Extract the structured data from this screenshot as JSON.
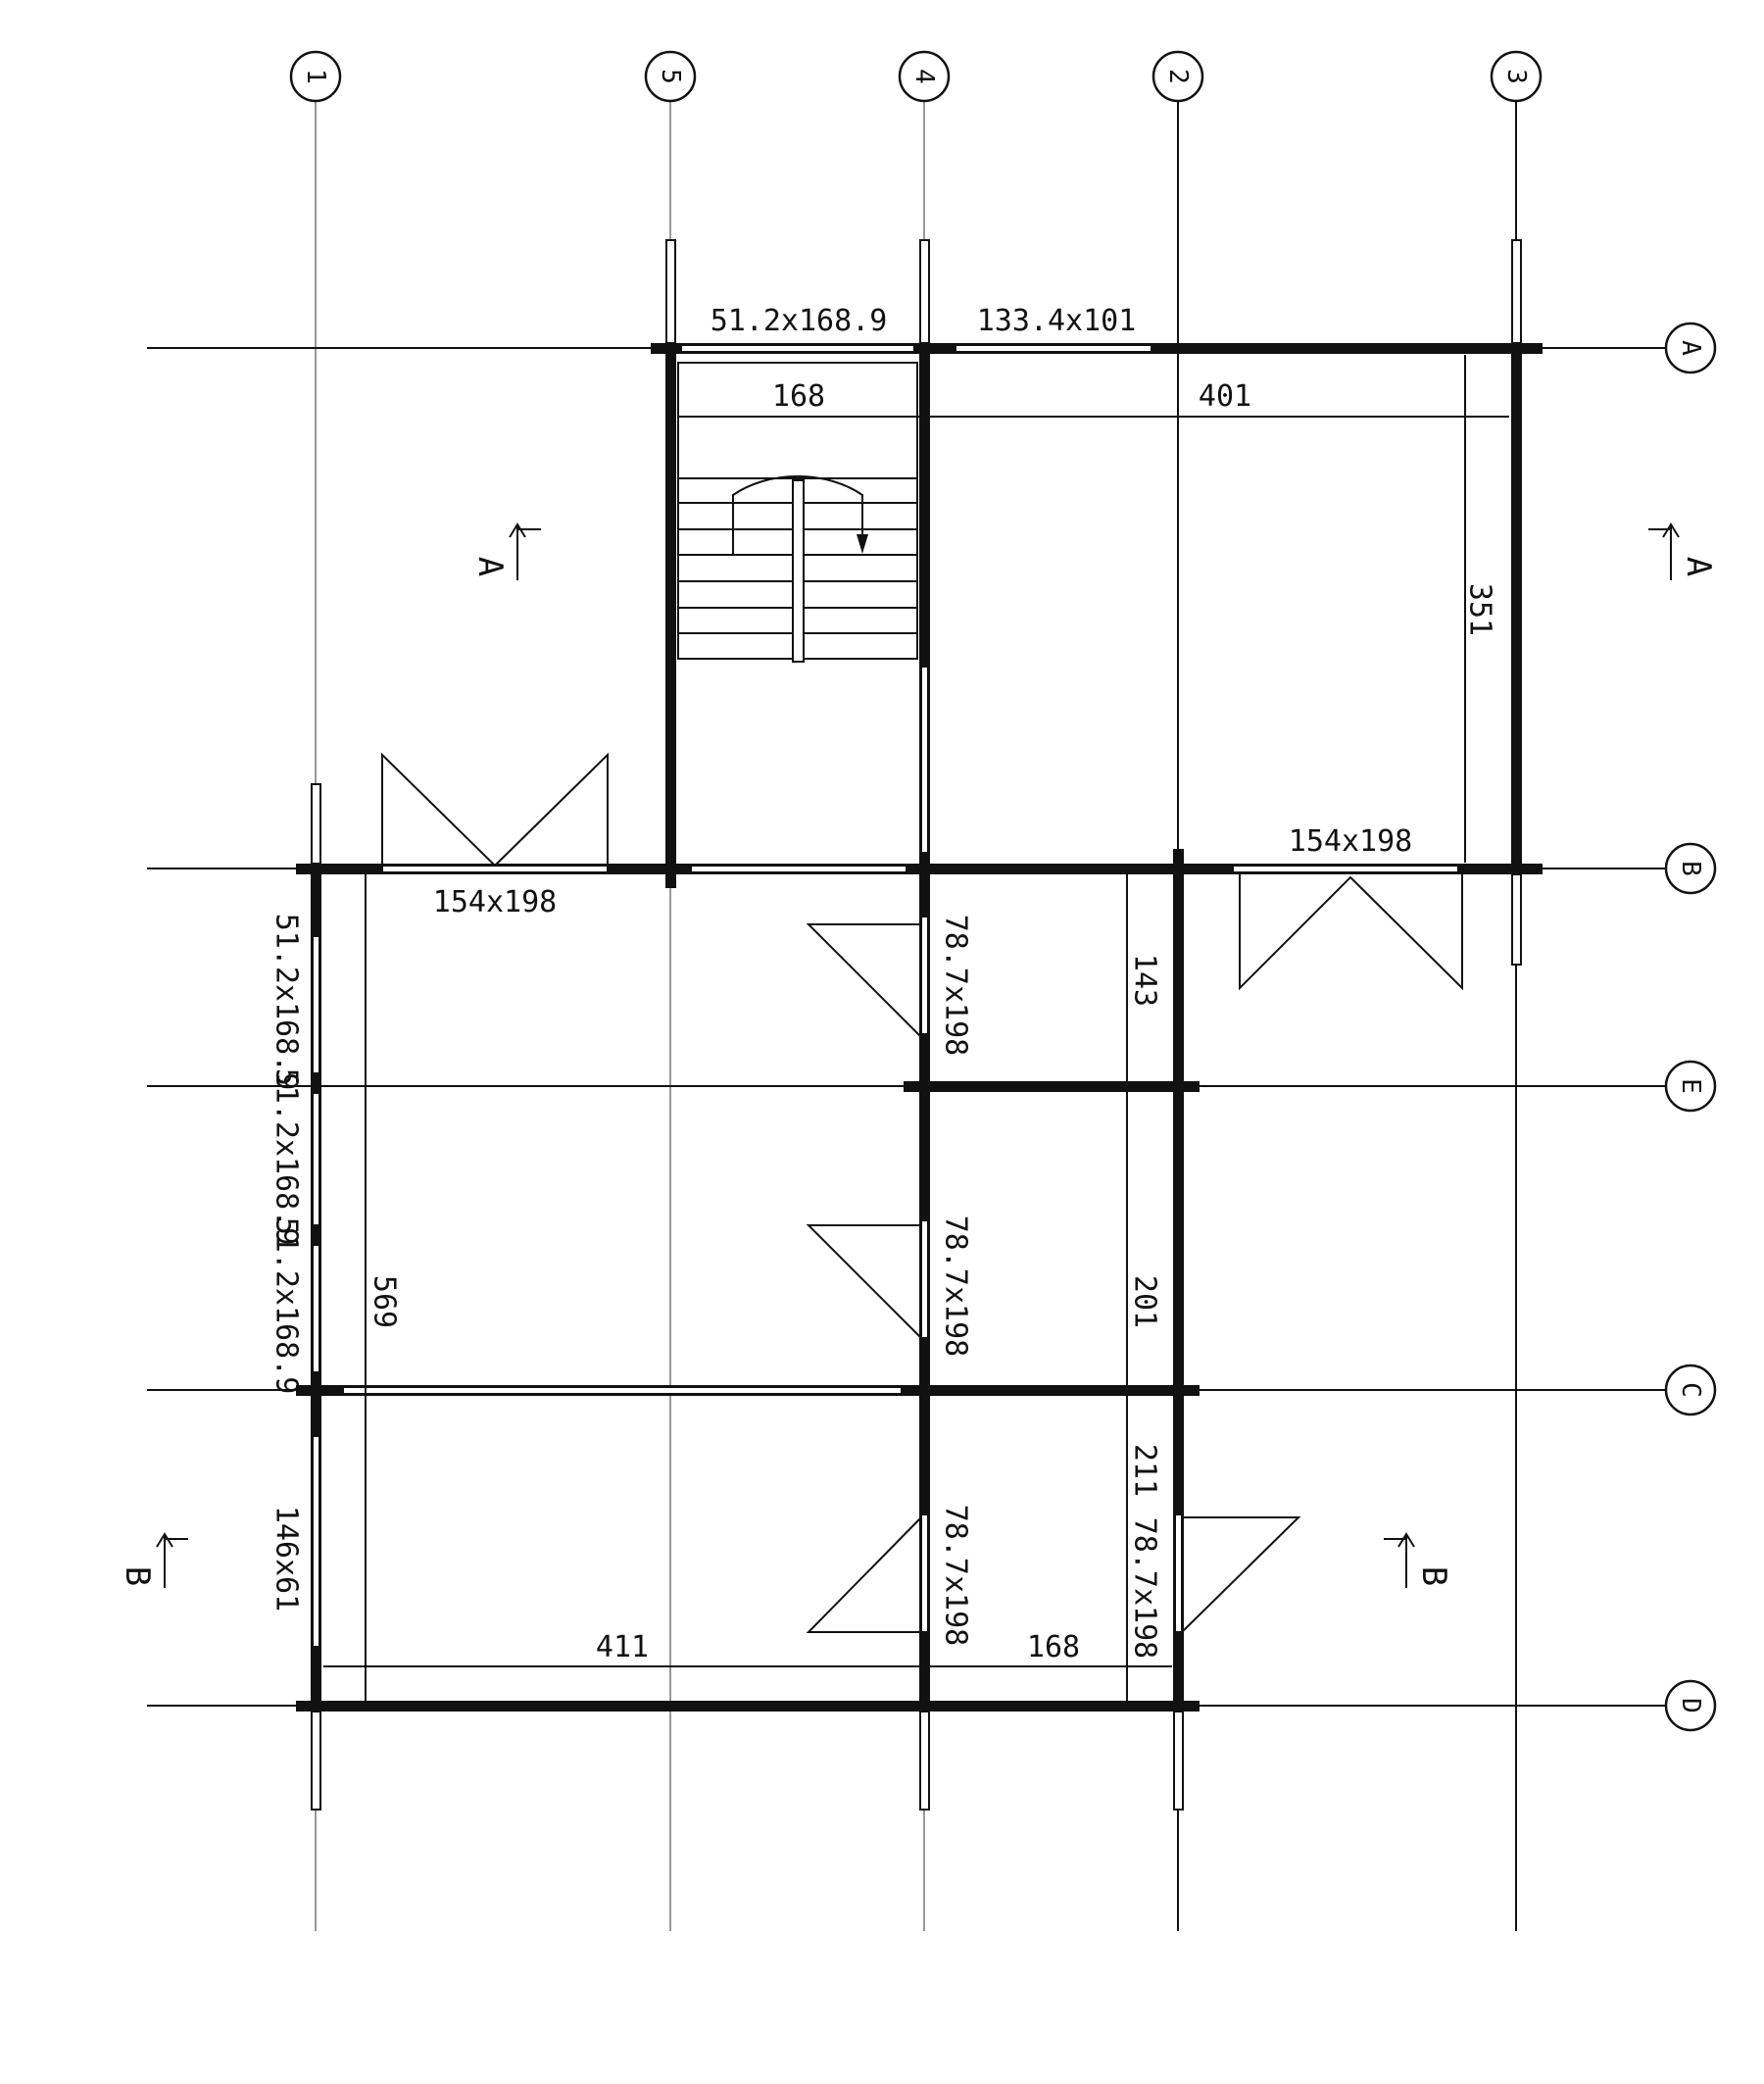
{
  "grid": {
    "vertical": [
      {
        "id": "v1",
        "label": "1"
      },
      {
        "id": "v5",
        "label": "5"
      },
      {
        "id": "v4",
        "label": "4"
      },
      {
        "id": "v2",
        "label": "2"
      },
      {
        "id": "v3",
        "label": "3"
      }
    ],
    "horizontal": [
      {
        "id": "hA",
        "label": "A"
      },
      {
        "id": "hB",
        "label": "B"
      },
      {
        "id": "hE",
        "label": "E"
      },
      {
        "id": "hC",
        "label": "C"
      },
      {
        "id": "hD",
        "label": "D"
      }
    ]
  },
  "labels": {
    "window_top_left": "51.2x168.9",
    "window_top_right": "133.4x101",
    "stair_width": "168",
    "room_top_width": "401",
    "room_top_height": "351",
    "door_right": "154x198",
    "door_left": "154x198",
    "window_left_1": "51.2x168.9",
    "window_left_2": "51.2x168.9",
    "window_left_3": "51.2x168.9",
    "window_left_4": "146x61",
    "door_mid_1": "78.7x198",
    "door_mid_2": "78.7x198",
    "door_mid_3": "78.7x198",
    "door_mid_4": "78.7x198",
    "room_left_height": "569",
    "corridor_1": "143",
    "corridor_2": "201",
    "corridor_3": "211",
    "room_bottom_width": "411",
    "room_bottom_right_width": "168"
  },
  "sections": {
    "a_left": "A",
    "a_right": "A",
    "b_left": "B",
    "b_right": "B"
  }
}
